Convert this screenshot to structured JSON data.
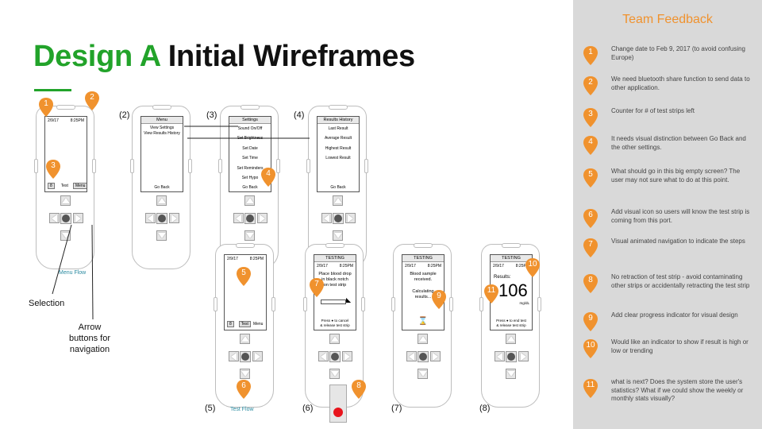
{
  "title": {
    "accent": "Design A",
    "rest": "Initial Wireframes"
  },
  "colors": {
    "accent": "#22a32a",
    "pin": "#f0922e",
    "panel": "#d9d9d9",
    "flow": "#2a8aa0"
  },
  "home": {
    "date": "2/9/17",
    "time": "8:25PM",
    "strip": "8",
    "test": "Test",
    "menu": "Menu"
  },
  "menu": {
    "label": "(2)",
    "header": "Menu",
    "items": [
      "View Settings",
      "View Results History"
    ],
    "back": "Go Back"
  },
  "settings": {
    "label": "(3)",
    "header": "Settings",
    "items": [
      "Sound On/Off",
      "Set Brightness",
      "Set Date",
      "Set Time",
      "Set Reminders",
      "Set Hypo"
    ],
    "back": "Go Back"
  },
  "history": {
    "label": "(4)",
    "header": "Results History",
    "items": [
      "Last Result",
      "Average Result",
      "Highest Result",
      "Lowest Result"
    ],
    "back": "Go Back"
  },
  "s5": {
    "label": "(5)",
    "date": "2/9/17",
    "time": "8:25PM",
    "strip": "8",
    "test": "Test",
    "menu": "Menu"
  },
  "s6": {
    "label": "(6)",
    "header": "TESTING",
    "date": "2/9/17",
    "time": "8:25PM",
    "lines": [
      "Place blood drop",
      "in black notch",
      "on test strip"
    ],
    "press": "Press",
    "after": "to cancel",
    "release": "& release test strip"
  },
  "s7": {
    "label": "(7)",
    "header": "TESTING",
    "date": "2/9/17",
    "time": "8:25PM",
    "lines": [
      "Blood sample",
      "received.",
      "",
      "Calculating",
      "results..."
    ]
  },
  "s8": {
    "label": "(8)",
    "header": "TESTING",
    "date": "2/9/17",
    "time": "8:25PM",
    "results": "Results:",
    "value": "106",
    "unit": "mg/dL",
    "press": "Press",
    "after": "to end test",
    "release": "& release test strip"
  },
  "flows": {
    "menu": "Menu Flow",
    "test": "Test Flow"
  },
  "side": {
    "selection": "Selection",
    "arrow": "Arrow buttons for navigation"
  },
  "feedback": {
    "title": "Team Feedback",
    "items": [
      {
        "n": "1",
        "text": "Change date to Feb 9, 2017 (to avoid confusing Europe)"
      },
      {
        "n": "2",
        "text": "We need bluetooth share function to send data to other application."
      },
      {
        "n": "3",
        "text": "Counter for # of test strips left"
      },
      {
        "n": "4",
        "text": "It needs visual distinction between Go Back and the other settings."
      },
      {
        "n": "5",
        "text": "What should go in this big empty screen? The user may not sure what to do at this point."
      },
      {
        "n": "6",
        "text": "Add visual icon so users will know the test strip is coming from this port."
      },
      {
        "n": "7",
        "text": "Visual animated navigation to indicate the steps"
      },
      {
        "n": "8",
        "text": "No retraction of test strip - avoid contaminating other strips or accidentally retracting the test strip"
      },
      {
        "n": "9",
        "text": "Add clear progress indicator for visual design"
      },
      {
        "n": "10",
        "text": "Would like an indicator to show if result is high or low or trending"
      },
      {
        "n": "11",
        "text": "what is next? Does the system store the user's statistics? What if we could show the weekly or monthly stats visually?"
      }
    ]
  }
}
